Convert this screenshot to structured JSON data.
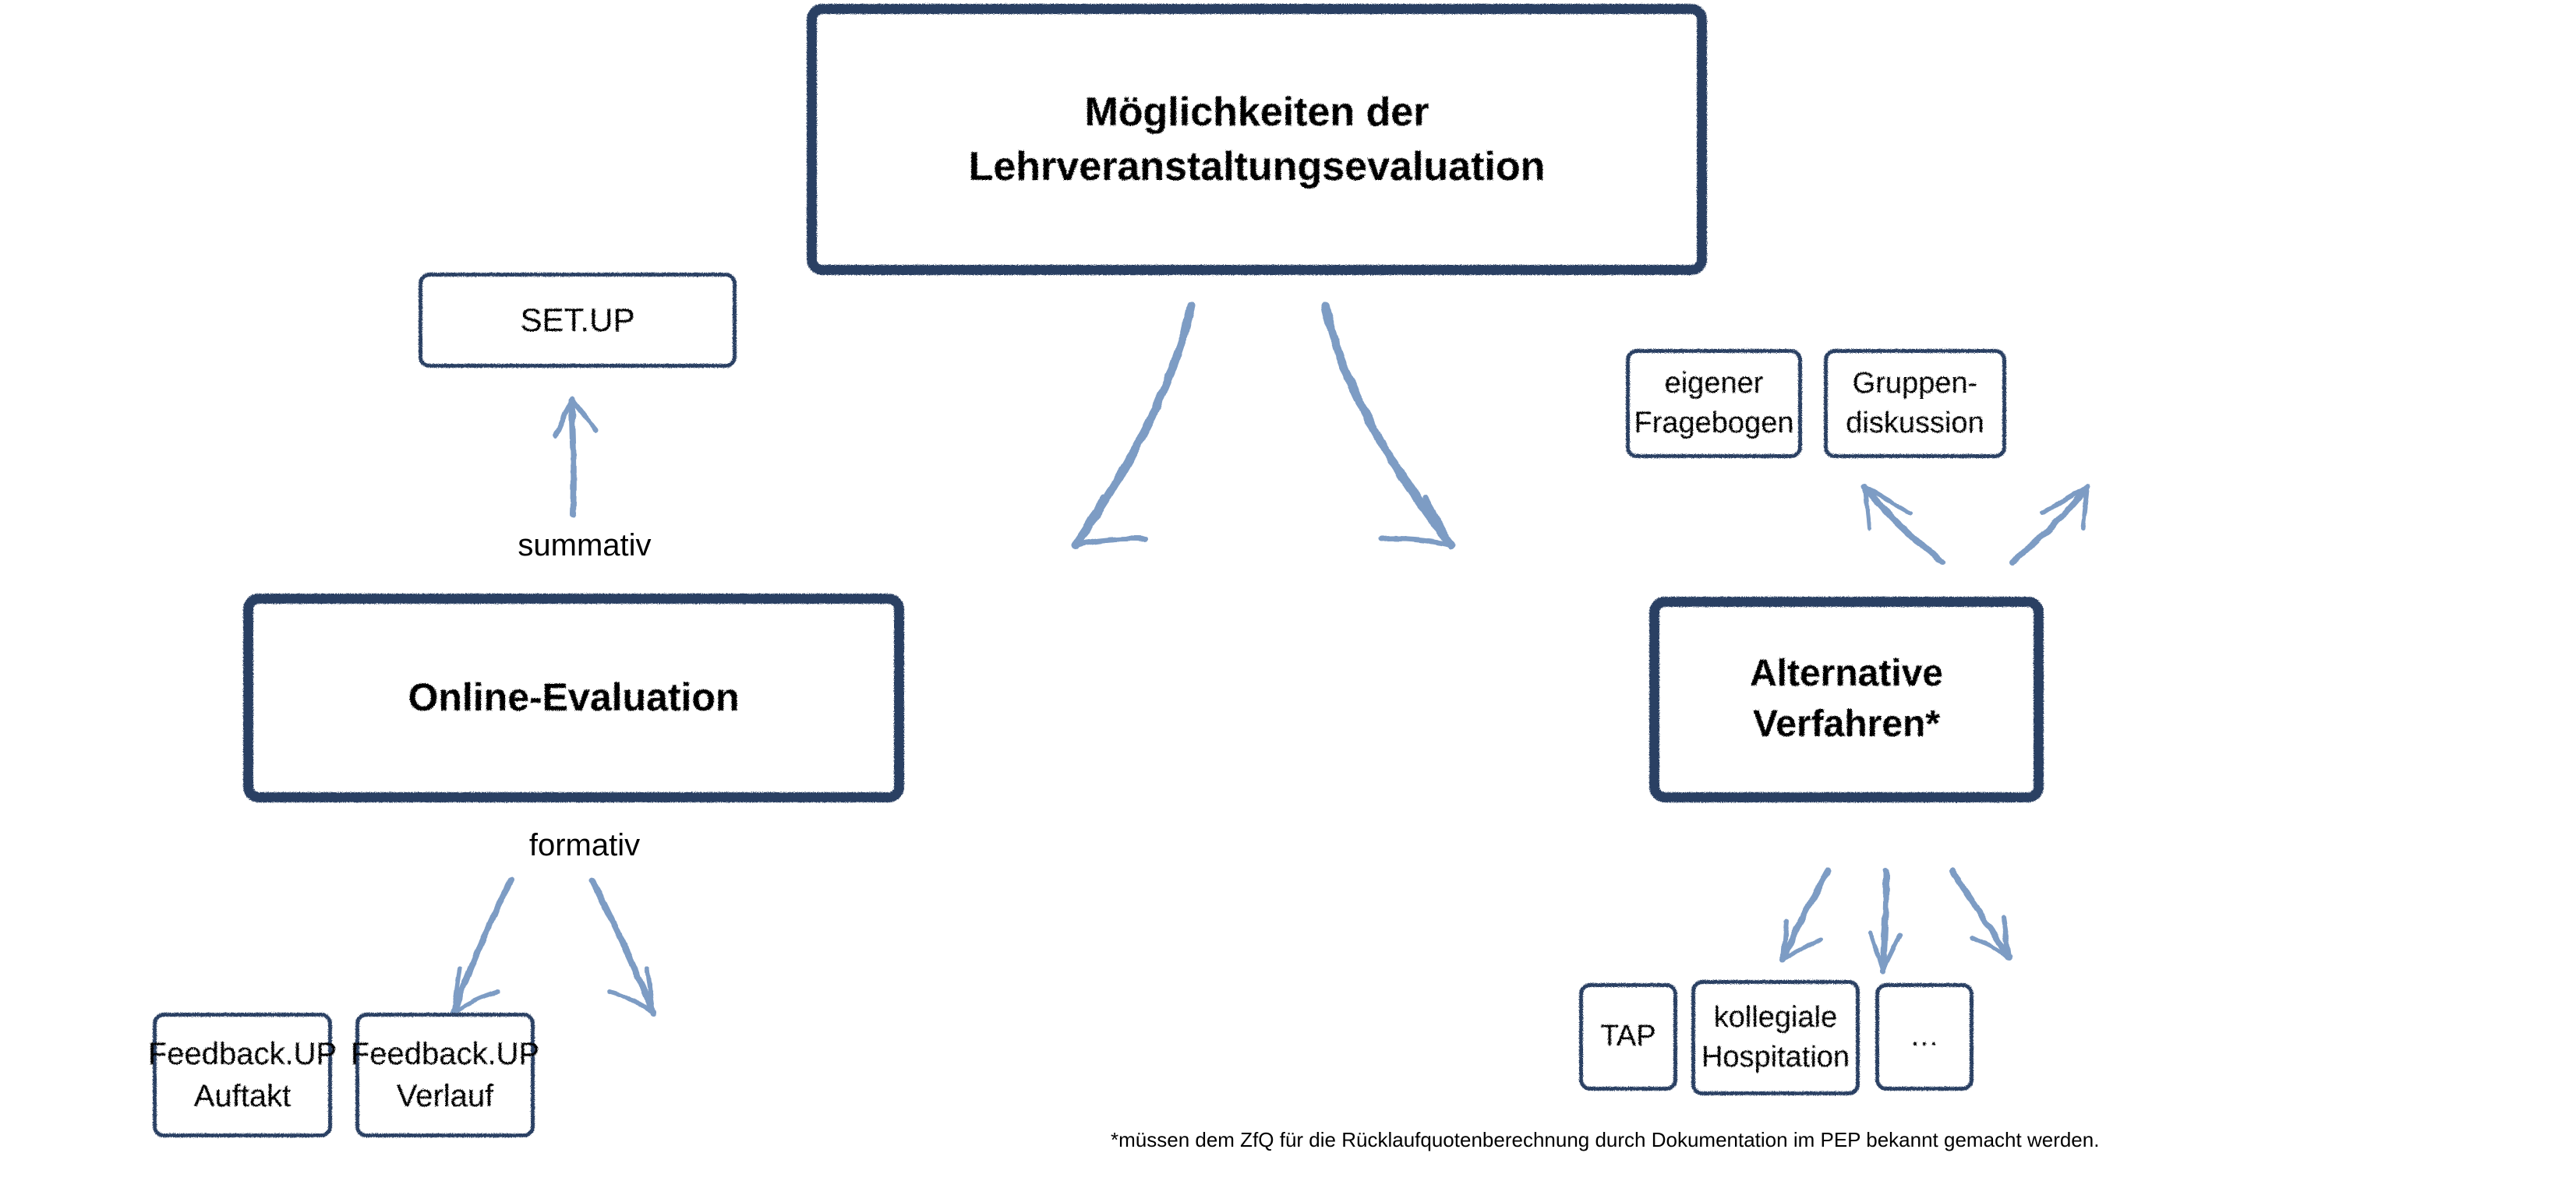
{
  "diagram": {
    "title": "Möglichkeiten der Lehrveranstaltungsevaluation",
    "colors": {
      "box_border": "#2a3f63",
      "arrow": "#7d9cc4",
      "text": "#000000",
      "background": "#ffffff"
    },
    "root": {
      "line1": "Möglichkeiten der",
      "line2": "Lehrveranstaltungsevaluation"
    },
    "left_branch": {
      "main": "Online-Evaluation",
      "up_label": "summativ",
      "up_target": "SET.UP",
      "down_label": "formativ",
      "children": [
        {
          "line1": "Feedback.UP",
          "line2": "Auftakt"
        },
        {
          "line1": "Feedback.UP",
          "line2": "Verlauf"
        }
      ]
    },
    "right_branch": {
      "main_line1": "Alternative",
      "main_line2": "Verfahren*",
      "up_children": [
        {
          "line1": "eigener",
          "line2": "Fragebogen"
        },
        {
          "line1": "Gruppen-",
          "line2": "diskussion"
        }
      ],
      "down_children": [
        {
          "line1": "TAP",
          "line2": ""
        },
        {
          "line1": "kollegiale",
          "line2": "Hospitation"
        },
        {
          "line1": "…",
          "line2": ""
        }
      ]
    },
    "footnote": "*müssen dem ZfQ für die Rücklaufquotenberechnung durch Dokumentation im PEP bekannt gemacht werden."
  }
}
